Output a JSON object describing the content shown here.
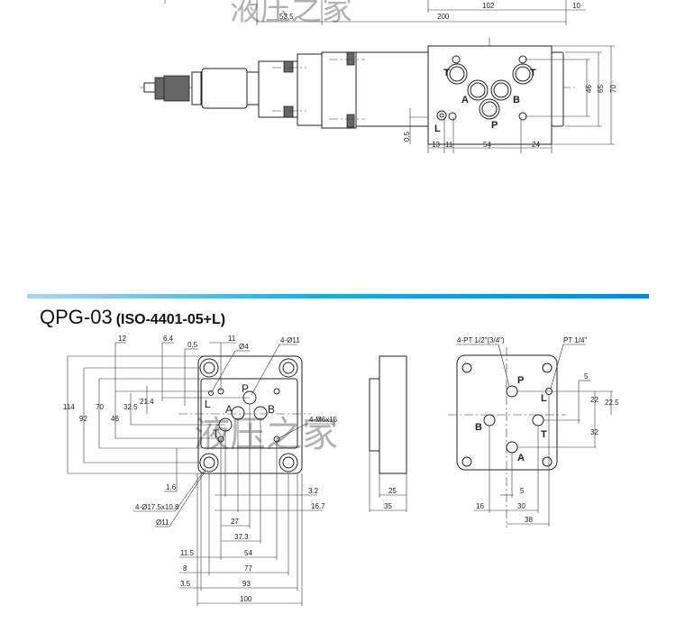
{
  "section_title": "QPG-03",
  "section_subtitle": "(ISO-4401-05+L)",
  "watermark": "液压之家",
  "colors": {
    "bar_start": "#a8d8f4",
    "bar_end": "#0088d2",
    "watermark_red": "#e05060",
    "watermark_blue": "#6070b0"
  },
  "top_view": {
    "dims_top": [
      "53.5",
      "200",
      "102",
      "10"
    ],
    "dims_right": [
      "46",
      "65",
      "70"
    ],
    "dims_bottom": [
      "13",
      "11",
      "54",
      "24"
    ],
    "dim_offset": "0.5",
    "ports": [
      "T",
      "T",
      "A",
      "B",
      "P",
      "L"
    ]
  },
  "mount_face": {
    "top_labels": [
      "12",
      "6.4",
      "0.5",
      "11",
      "Ø4",
      "4-Ø11"
    ],
    "left_dims": [
      "114",
      "92",
      "70",
      "46",
      "32.5",
      "21.4"
    ],
    "thread_label": "4-M6x15",
    "lower_labels": [
      "1.6",
      "4-Ø17.5x10.8",
      "Ø11"
    ],
    "bottom_dims": [
      "3.2",
      "16.7",
      "27",
      "37.3",
      "11.5",
      "54",
      "8",
      "77",
      "3.5",
      "93",
      "100"
    ],
    "ports": [
      "P",
      "L",
      "A",
      "B",
      "T"
    ]
  },
  "side_view": {
    "dims": [
      "25",
      "35"
    ]
  },
  "subplate": {
    "leaders": [
      "4-PT 1/2\"(3/4\")",
      "PT 1/4\""
    ],
    "right_dims": [
      "5",
      "22",
      "22.5",
      "32"
    ],
    "bottom_dims": [
      "16",
      "5",
      "30",
      "38"
    ],
    "ports": [
      "P",
      "L",
      "B",
      "T",
      "A"
    ]
  }
}
